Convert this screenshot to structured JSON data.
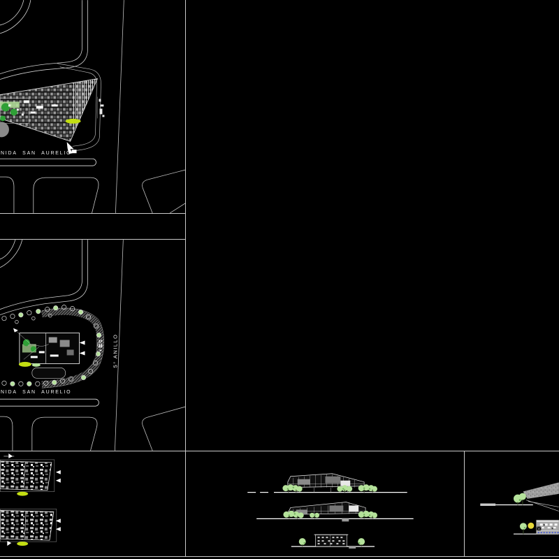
{
  "app": {
    "description": "CAD drawing preview with site plans, floor plans and elevations",
    "background": "#000000"
  },
  "colors": {
    "background": "#000000",
    "line": "#e8e8e8",
    "line_dim": "#a8a8a8",
    "border": "#c9c9c9",
    "accent_green": "#2fa036",
    "tree_green": "#b5e29b",
    "tree_green_dark": "#6fae5a",
    "highlight_yellow_green": "#c3de12",
    "sun_yellow": "#e8d93a",
    "water_blue": "#3a50d8"
  },
  "viewports": {
    "site_plan_top": {
      "street_label": "NIDA SAN AURELIO"
    },
    "site_plan_middle": {
      "street_label": "NIDA SAN AURELIO",
      "ring_road_label": "5° ANILLO"
    }
  }
}
